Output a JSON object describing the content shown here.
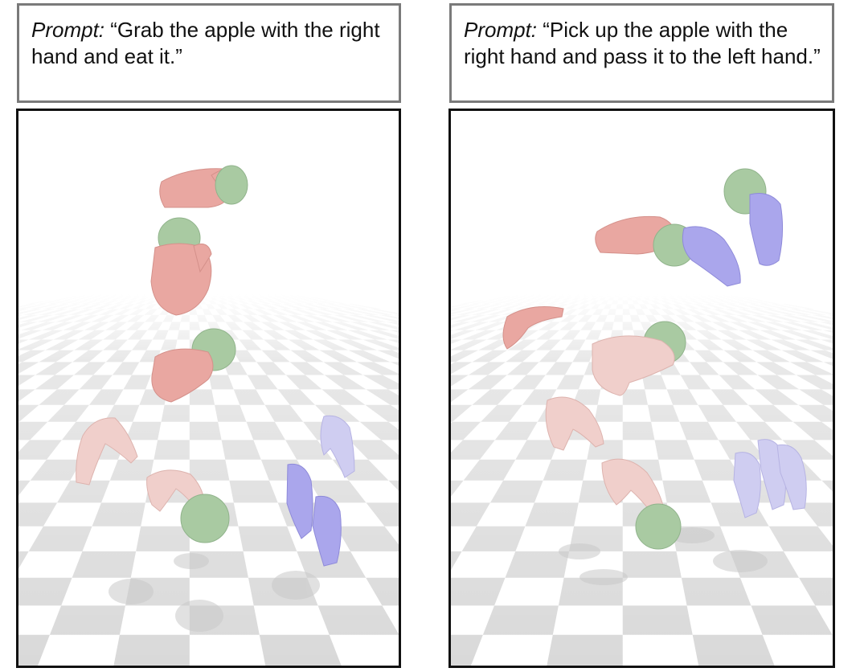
{
  "panels": [
    {
      "prompt_label": "Prompt:",
      "prompt_text": " “Grab the apple with the right hand and eat it.”",
      "colors": {
        "right_hand": "#e8a6a0",
        "left_hand": "#a9a6ec",
        "apple": "#a9caa2",
        "floor_dark": "#d9d9d9"
      }
    },
    {
      "prompt_label": "Prompt:",
      "prompt_text": " “Pick up the apple with the right hand and pass it to the left hand.”",
      "colors": {
        "right_hand": "#e8a6a0",
        "left_hand": "#a9a6ec",
        "apple": "#a9caa2",
        "floor_dark": "#d9d9d9"
      }
    }
  ]
}
